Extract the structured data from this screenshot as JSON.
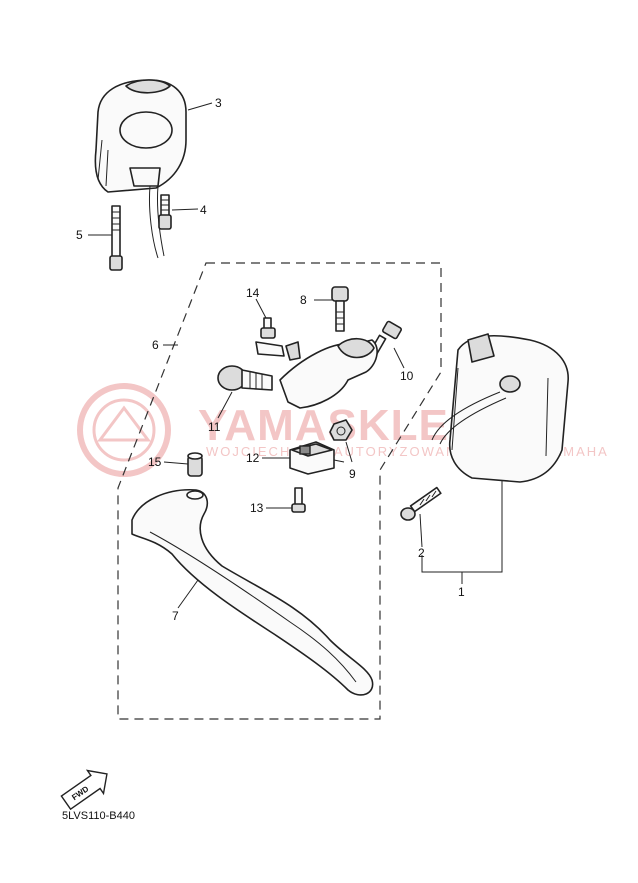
{
  "diagram": {
    "reference_code": "5LVS110-B440",
    "fwd_label": "FWD",
    "watermark": {
      "brand": "YAMASKLEP.PL",
      "subtitle": "WOJCIECH KRZ AUTORYZOWANY DEALER YAMAHA",
      "color": "#f3c6c6"
    },
    "callouts": [
      "1",
      "2",
      "3",
      "4",
      "5",
      "6",
      "7",
      "8",
      "9",
      "10",
      "11",
      "12",
      "13",
      "14",
      "15"
    ]
  }
}
